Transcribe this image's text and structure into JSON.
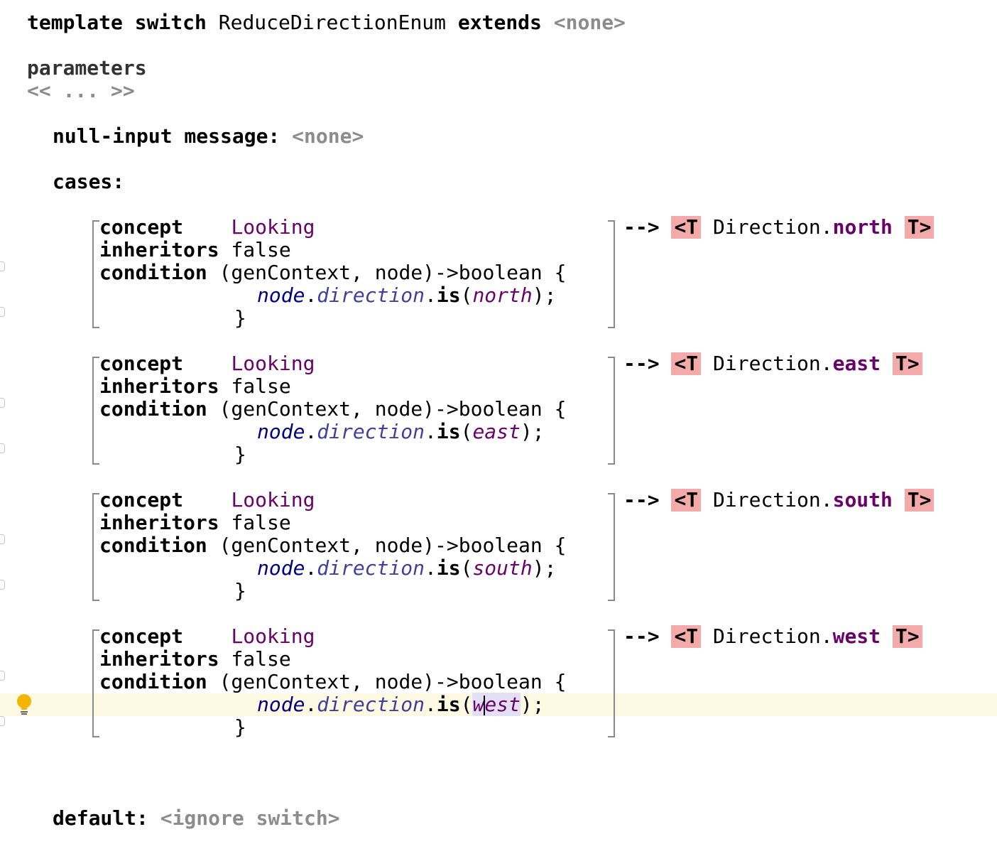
{
  "header": {
    "kw1": "template",
    "kw2": "switch",
    "name": "ReduceDirectionEnum",
    "kw3": "extends",
    "extends_value": "<none>"
  },
  "parameters": {
    "label": "parameters",
    "collection": "<< ... >>"
  },
  "null_input": {
    "label": "null-input message:",
    "value": "<none>"
  },
  "cases_label": "cases:",
  "case_keywords": {
    "concept": "concept",
    "inheritors": "inheritors",
    "condition": "condition",
    "concept_value": "Looking",
    "inheritors_value": "false",
    "lambda_head": "(genContext, node)->boolean {",
    "node": "node",
    "dot": ".",
    "field": "direction",
    "method": "is",
    "close_brace": "}",
    "arrow": "-->",
    "tpl_open": "<T",
    "tpl_close": "T>",
    "enum_type": "Direction."
  },
  "cases": [
    {
      "enum_value": "north",
      "result_member": "north"
    },
    {
      "enum_value": "east",
      "result_member": "east"
    },
    {
      "enum_value": "south",
      "result_member": "south"
    },
    {
      "enum_value": "west",
      "result_member": "west"
    }
  ],
  "default": {
    "label": "default:",
    "value": "<ignore switch>"
  },
  "editor_state": {
    "caret_case_index": 3,
    "intention_icon": "lightbulb-icon"
  }
}
